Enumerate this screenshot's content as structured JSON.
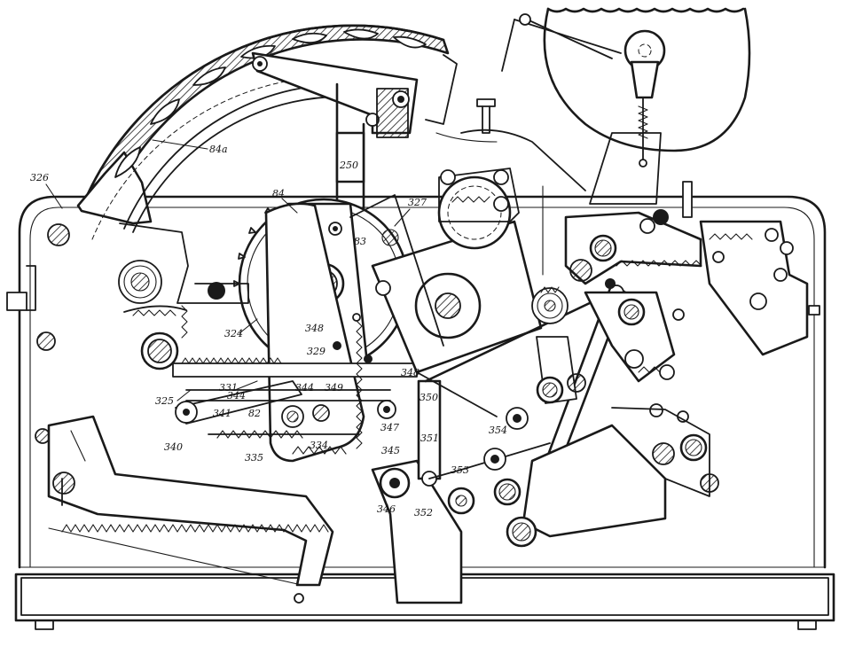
{
  "labels": {
    "l84a": "84a",
    "l326": "326",
    "l250": "250",
    "l84": "84",
    "l327": "327",
    "l83": "83",
    "l324": "324",
    "l348a": "348",
    "l329": "329",
    "l331": "331",
    "l325": "325",
    "l344a": "344",
    "l344b": "344",
    "l341": "341",
    "l82": "82",
    "l340": "340",
    "l349": "349",
    "l348b": "348",
    "l350": "350",
    "l347": "347",
    "l335": "335",
    "l334": "334",
    "l345": "345",
    "l351": "351",
    "l354": "354",
    "l353": "353",
    "l346": "346",
    "l352": "352"
  },
  "colors": {
    "ink": "#1a1a1a",
    "paper": "#ffffff"
  }
}
